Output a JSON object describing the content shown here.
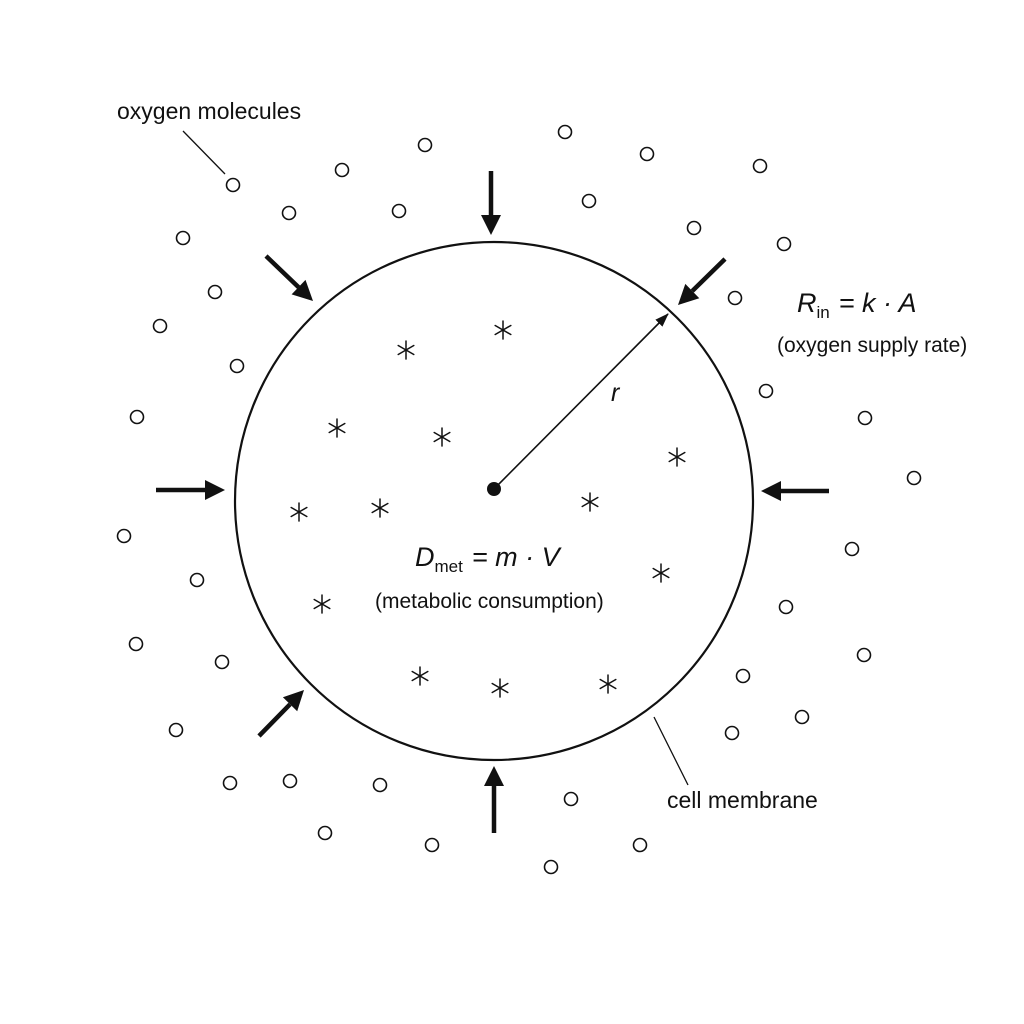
{
  "labels": {
    "oxygen_molecules": "oxygen molecules",
    "cell_membrane": "cell membrane",
    "radius": "r"
  },
  "supply": {
    "symbol": "R",
    "subscript": "in",
    "rhs": "= k · A",
    "note": "(oxygen supply rate)"
  },
  "consumption": {
    "symbol": "D",
    "subscript": "met",
    "rhs": "= m · V",
    "note": "(metabolic consumption)"
  },
  "icons": {
    "molecule": "oxygen-molecule-circle-icon",
    "metabolite": "asterisk-icon",
    "inflow": "inward-arrow-icon"
  }
}
